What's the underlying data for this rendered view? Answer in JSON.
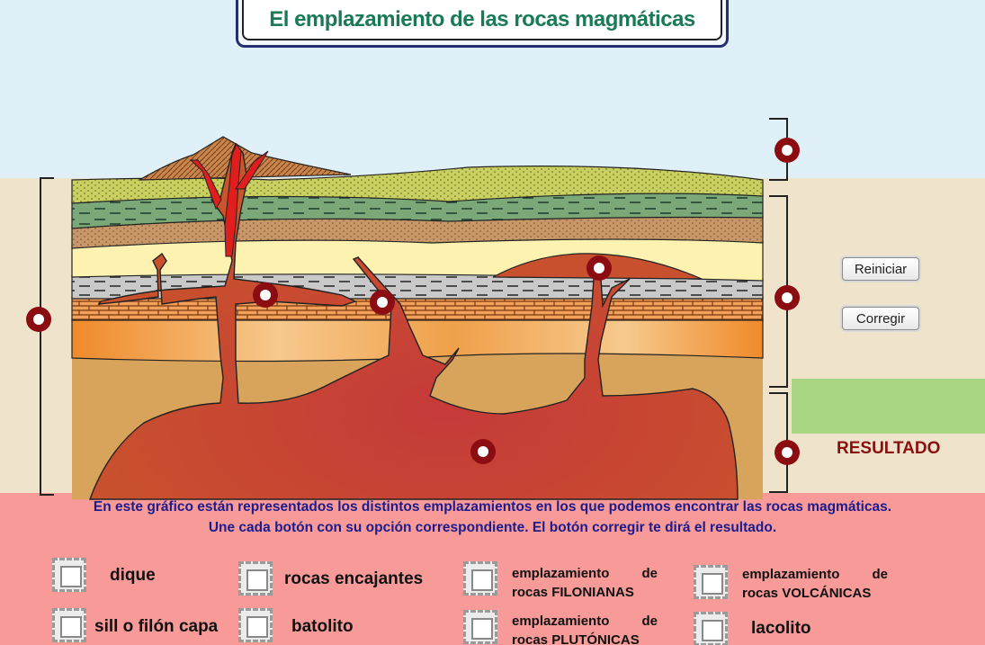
{
  "title": "El emplazamiento de las rocas magmáticas",
  "buttons": {
    "reset": "Reiniciar",
    "check": "Corregir"
  },
  "result_label": "RESULTADO",
  "instructions": {
    "line1": "En este gráfico están representados los distintos emplazamientos en los que podemos encontrar las rocas magmáticas.",
    "line2": "Une cada botón con su opción correspondiente. El botón corregir te dirá el resultado."
  },
  "options": [
    {
      "id": "dique",
      "label": "dique"
    },
    {
      "id": "rocas-encajantes",
      "label": "rocas encajantes"
    },
    {
      "id": "filonianas",
      "line1": "emplazamiento de",
      "line2": "rocas FILONIANAS"
    },
    {
      "id": "volcanicas",
      "line1": "emplazamiento de",
      "line2": "rocas VOLCÁNICAS"
    },
    {
      "id": "sill",
      "label": "sill o filón capa"
    },
    {
      "id": "batolito",
      "label": "batolito"
    },
    {
      "id": "plutonicas",
      "line1": "emplazamiento de",
      "line2": "rocas PLUTÓNICAS"
    },
    {
      "id": "lacolito",
      "label": "lacolito"
    }
  ],
  "colors": {
    "marker": "#8b0d12",
    "magma": "#c8442e",
    "result_box": "#a9d682",
    "footer": "#f79a98",
    "sky": "#dff0f8"
  }
}
